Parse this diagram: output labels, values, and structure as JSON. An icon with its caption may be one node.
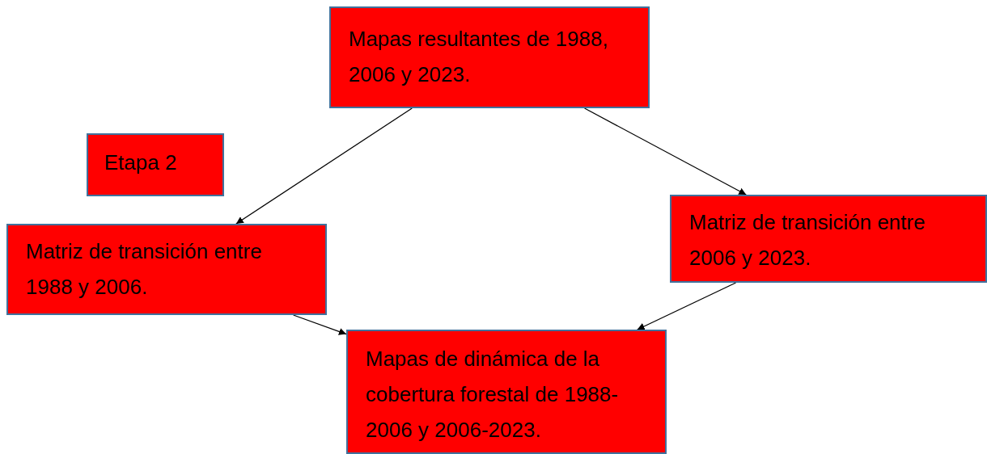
{
  "diagram": {
    "nodes": [
      {
        "text": [
          "Mapas resultantes de 1988, 2006 y 2023."
        ]
      },
      {
        "text": [
          "Etapa 2"
        ]
      },
      {
        "text": [
          "Matriz de transición entre 1988 y 2006."
        ]
      },
      {
        "text": [
          "Matriz de transición entre 2006 y 2023."
        ]
      },
      {
        "text": [
          "Mapas de dinámica de la cobertura forestal de 1988-2006 y 2006-2023."
        ]
      }
    ],
    "edges": [
      {
        "from": 0,
        "to": 2,
        "arrow": "to"
      },
      {
        "from": 0,
        "to": 3,
        "arrow": "to"
      },
      {
        "from": 2,
        "to": 4,
        "arrow": "to"
      },
      {
        "from": 3,
        "to": 4,
        "arrow": "to"
      }
    ]
  }
}
